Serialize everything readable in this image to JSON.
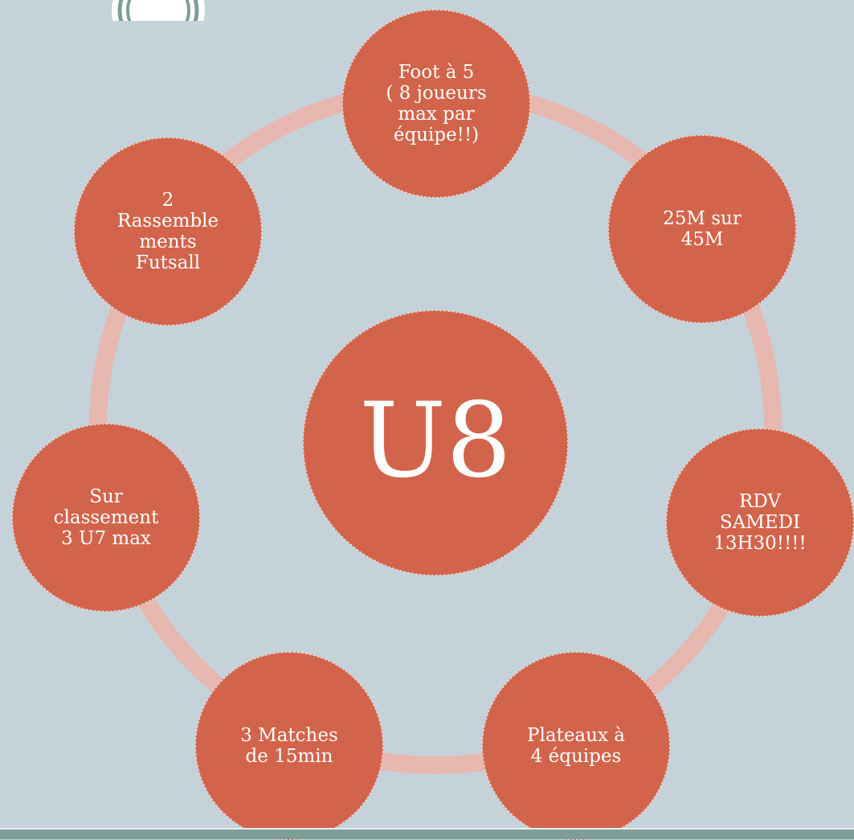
{
  "colors": {
    "background": "#c6d2d9",
    "ring": "#e6b8b0",
    "node_fill": "#d2644b",
    "node_border": "#f3ddd7",
    "text": "#ffffff",
    "bottom_bar": "#7e9e98"
  },
  "diagram": {
    "type": "radial-cycle",
    "center": {
      "label": "U8"
    },
    "nodes": [
      {
        "id": "node-foot-a-5",
        "label": "Foot à 5\n( 8 joueurs\nmax par\néquipe!!)"
      },
      {
        "id": "node-terrain",
        "label": "25M sur\n45M"
      },
      {
        "id": "node-rdv",
        "label": "RDV\nSAMEDI\n13H30!!!!"
      },
      {
        "id": "node-plateaux",
        "label": "Plateaux à\n4 équipes"
      },
      {
        "id": "node-matches",
        "label": "3 Matches\nde 15min"
      },
      {
        "id": "node-surclassement",
        "label": "Sur\nclassement\n3 U7 max"
      },
      {
        "id": "node-futsal",
        "label": "2\nRassemble\nments\nFutsall"
      }
    ]
  },
  "logo": {
    "icon": "club-logo-icon"
  }
}
